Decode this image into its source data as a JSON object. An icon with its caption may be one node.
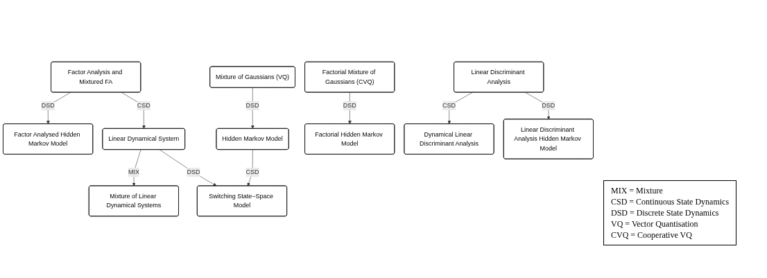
{
  "diagram": {
    "nodes": [
      {
        "text": [
          "Factor Analysis and Mixtured FA"
        ]
      },
      {
        "text": [
          "Mixture of Gaussians (VQ)"
        ]
      },
      {
        "text": [
          "Factorial Mixture of Gaussians (CVQ)"
        ]
      },
      {
        "text": [
          "Linear Discriminant Analysis"
        ]
      },
      {
        "text": [
          "Factor Analysed Hidden Markov Model"
        ]
      },
      {
        "text": [
          "Linear Dynamical System"
        ]
      },
      {
        "text": [
          "Hidden Markov Model"
        ]
      },
      {
        "text": [
          "Factorial Hidden Markov Model"
        ]
      },
      {
        "text": [
          "Dynamical Linear Discriminant Analysis"
        ]
      },
      {
        "text": [
          "Linear Discriminant Analysis Hidden Markov Model"
        ]
      },
      {
        "text": [
          "Mixture of Linear Dynamical Systems"
        ]
      },
      {
        "text": [
          "Switching State−Space Model"
        ]
      }
    ],
    "edges": [
      {
        "from": 0,
        "to": 4,
        "arrow": "to",
        "label": "DSD"
      },
      {
        "from": 0,
        "to": 5,
        "arrow": "to",
        "label": "CSD"
      },
      {
        "from": 1,
        "to": 6,
        "arrow": "to",
        "label": "DSD"
      },
      {
        "from": 2,
        "to": 7,
        "arrow": "to",
        "label": "DSD"
      },
      {
        "from": 3,
        "to": 8,
        "arrow": "to",
        "label": "CSD"
      },
      {
        "from": 3,
        "to": 9,
        "arrow": "to",
        "label": "DSD"
      },
      {
        "from": 5,
        "to": 10,
        "arrow": "to",
        "label": "MIX"
      },
      {
        "from": 5,
        "to": 11,
        "arrow": "to",
        "label": "DSD"
      },
      {
        "from": 6,
        "to": 11,
        "arrow": "to",
        "label": "CSD"
      }
    ],
    "labels": [
      "MIX = Mixture",
      "CSD = Continuous State Dynamics",
      "DSD = Discrete State Dynamics",
      "VQ = Vector Quantisation",
      "CVQ = Cooperative VQ"
    ]
  }
}
